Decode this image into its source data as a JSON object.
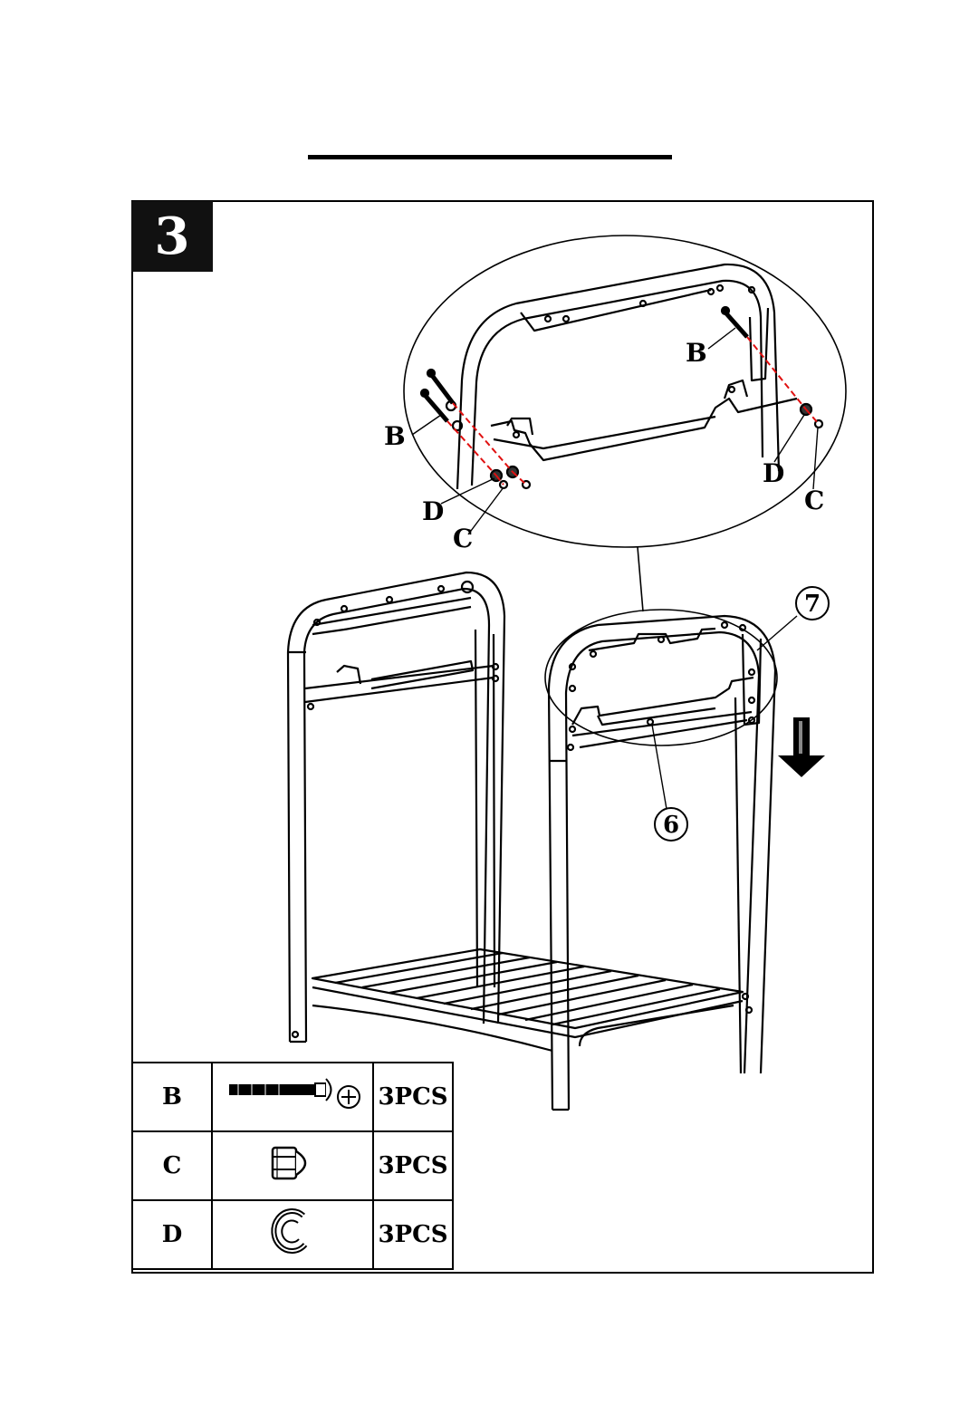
{
  "step": {
    "number": "3"
  },
  "callouts": {
    "bolt_left": "B",
    "bolt_right": "B",
    "washer_left": "D",
    "washer_right": "D",
    "nut_left": "C",
    "nut_right": "C"
  },
  "part_numbers": {
    "top_frame": "7",
    "crossbar": "6"
  },
  "parts_table": [
    {
      "key": "B",
      "icon": "bolt-icon",
      "qty": "3PCS"
    },
    {
      "key": "C",
      "icon": "lock-nut-icon",
      "qty": "3PCS"
    },
    {
      "key": "D",
      "icon": "spring-washer-icon",
      "qty": "3PCS"
    }
  ],
  "colors": {
    "line": "#000000",
    "explode_line": "#e01010",
    "badge": "#111111"
  }
}
